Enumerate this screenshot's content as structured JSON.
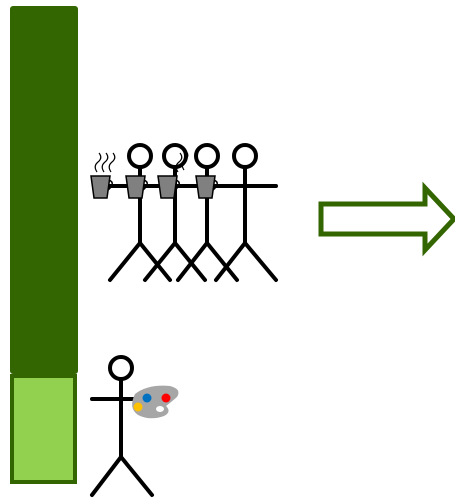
{
  "colors": {
    "background": "#ffffff",
    "bar_dark": "#336600",
    "bar_light": "#92d050",
    "bar_border": "#336600",
    "arrow_outline": "#336600",
    "stroke": "#000000",
    "mug_fill": "#808080",
    "palette_fill": "#a6a6a6",
    "paint_blue": "#0070c0",
    "paint_red": "#ff0000",
    "paint_yellow": "#ffc000",
    "paint_white": "#ffffff"
  },
  "scene": {
    "group_figures": 4,
    "group_mugs": 4,
    "group_proportion": 0.75,
    "individual_proportion": 0.25,
    "individual_holds": "paint-palette-icon",
    "group_holds": "coffee-mug-icon",
    "arrow_direction": "right"
  }
}
